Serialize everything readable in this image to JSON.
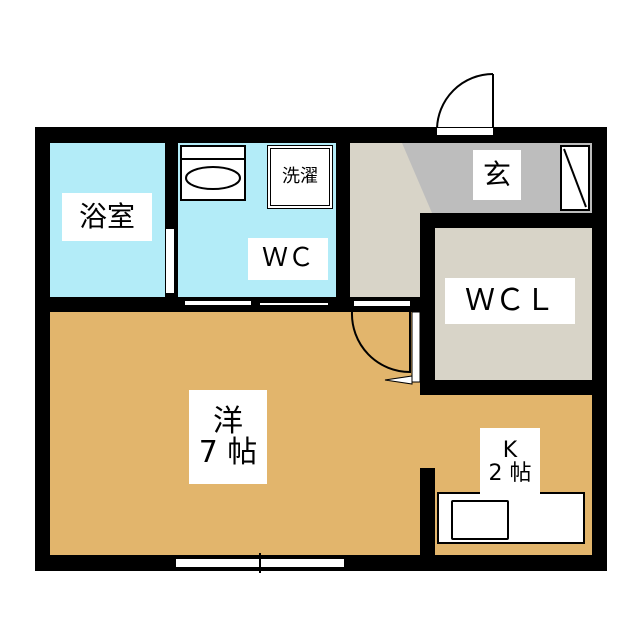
{
  "rooms": {
    "bath": {
      "label": "浴室",
      "color": "#b3ecf8"
    },
    "wc": {
      "label": "ＷＣ",
      "color": "#b3ecf8"
    },
    "laundry": {
      "label": "洗濯"
    },
    "entrance": {
      "label": "玄",
      "color": "#bdbdbd"
    },
    "closet": {
      "label": "ＷＣＬ",
      "color": "#d8d4c8"
    },
    "hallway": {
      "color": "#d8d4c8"
    },
    "western": {
      "label_line1": "洋",
      "label_line2": "7 帖",
      "color": "#e2b56c"
    },
    "kitchen": {
      "label_line1": "K",
      "label_line2": "2 帖",
      "color": "#e2b56c"
    }
  }
}
